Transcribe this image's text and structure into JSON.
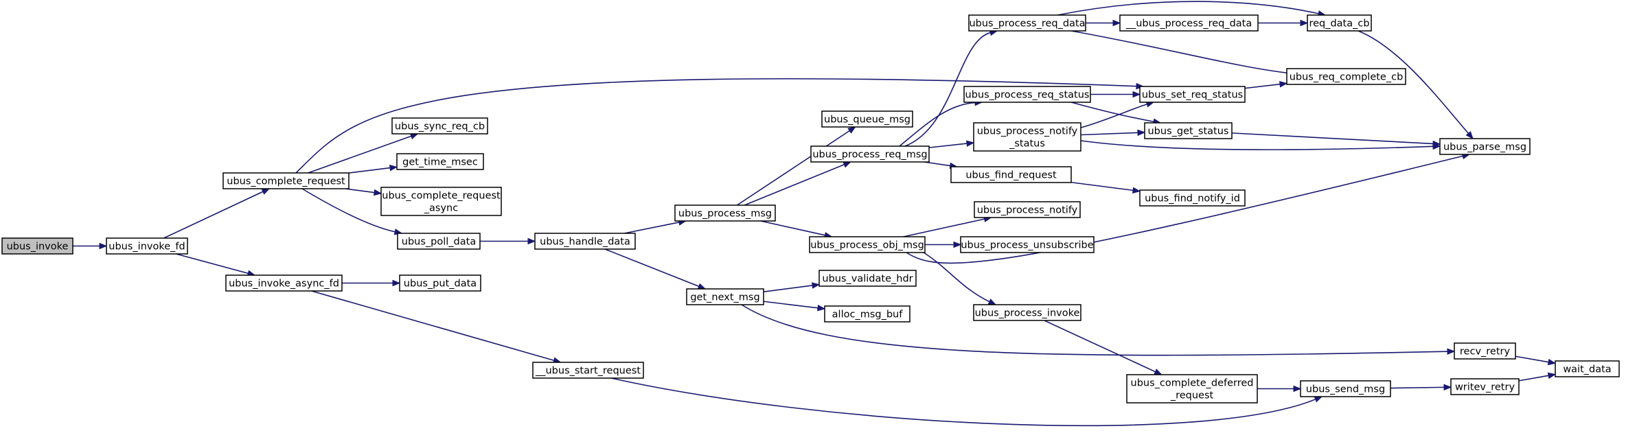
{
  "diagram": {
    "colors": {
      "edge": "#191970",
      "root_fill": "#bfbfbf",
      "node_fill": "#ffffff",
      "border": "#000000"
    },
    "nodes": {
      "n_invoke": {
        "lines": [
          "ubus_invoke"
        ],
        "root": true
      },
      "n_invoke_fd": {
        "lines": [
          "ubus_invoke_fd"
        ]
      },
      "n_complete_request": {
        "lines": [
          "ubus_complete_request"
        ]
      },
      "n_invoke_async_fd": {
        "lines": [
          "ubus_invoke_async_fd"
        ]
      },
      "n_sync_req_cb": {
        "lines": [
          "ubus_sync_req_cb"
        ]
      },
      "n_get_time_msec": {
        "lines": [
          "get_time_msec"
        ]
      },
      "n_complete_request_async": {
        "lines": [
          "ubus_complete_request",
          "_async"
        ]
      },
      "n_poll_data": {
        "lines": [
          "ubus_poll_data"
        ]
      },
      "n_put_data": {
        "lines": [
          "ubus_put_data"
        ]
      },
      "n_start_request": {
        "lines": [
          "__ubus_start_request"
        ]
      },
      "n_handle_data": {
        "lines": [
          "ubus_handle_data"
        ]
      },
      "n_process_msg": {
        "lines": [
          "ubus_process_msg"
        ]
      },
      "n_get_next_msg": {
        "lines": [
          "get_next_msg"
        ]
      },
      "n_queue_msg": {
        "lines": [
          "ubus_queue_msg"
        ]
      },
      "n_process_req_msg": {
        "lines": [
          "ubus_process_req_msg"
        ]
      },
      "n_process_obj_msg": {
        "lines": [
          "ubus_process_obj_msg"
        ]
      },
      "n_validate_hdr": {
        "lines": [
          "ubus_validate_hdr"
        ]
      },
      "n_alloc_msg_buf": {
        "lines": [
          "alloc_msg_buf"
        ]
      },
      "n_process_req_data": {
        "lines": [
          "ubus_process_req_data"
        ]
      },
      "n_process_req_status": {
        "lines": [
          "ubus_process_req_status"
        ]
      },
      "n_process_notify_status": {
        "lines": [
          "ubus_process_notify",
          "_status"
        ]
      },
      "n_find_request": {
        "lines": [
          "ubus_find_request"
        ]
      },
      "n_process_notify": {
        "lines": [
          "ubus_process_notify"
        ]
      },
      "n_process_unsubscribe": {
        "lines": [
          "ubus_process_unsubscribe"
        ]
      },
      "n_process_invoke": {
        "lines": [
          "ubus_process_invoke"
        ]
      },
      "n_complete_deferred_request": {
        "lines": [
          "ubus_complete_deferred",
          "_request"
        ]
      },
      "n_priv_process_req_data": {
        "lines": [
          "__ubus_process_req_data"
        ]
      },
      "n_req_data_cb": {
        "lines": [
          "req_data_cb"
        ]
      },
      "n_set_req_status": {
        "lines": [
          "ubus_set_req_status"
        ]
      },
      "n_get_status": {
        "lines": [
          "ubus_get_status"
        ]
      },
      "n_find_notify_id": {
        "lines": [
          "ubus_find_notify_id"
        ]
      },
      "n_send_msg": {
        "lines": [
          "ubus_send_msg"
        ]
      },
      "n_req_complete_cb": {
        "lines": [
          "ubus_req_complete_cb"
        ]
      },
      "n_parse_msg": {
        "lines": [
          "ubus_parse_msg"
        ]
      },
      "n_recv_retry": {
        "lines": [
          "recv_retry"
        ]
      },
      "n_writev_retry": {
        "lines": [
          "writev_retry"
        ]
      },
      "n_wait_data": {
        "lines": [
          "wait_data"
        ]
      }
    },
    "edges": [
      [
        "n_invoke",
        "n_invoke_fd"
      ],
      [
        "n_invoke_fd",
        "n_complete_request"
      ],
      [
        "n_invoke_fd",
        "n_invoke_async_fd"
      ],
      [
        "n_complete_request",
        "n_sync_req_cb"
      ],
      [
        "n_complete_request",
        "n_get_time_msec"
      ],
      [
        "n_complete_request",
        "n_complete_request_async"
      ],
      [
        "n_complete_request",
        "n_poll_data"
      ],
      [
        "n_complete_request",
        "n_set_req_status"
      ],
      [
        "n_invoke_async_fd",
        "n_put_data"
      ],
      [
        "n_invoke_async_fd",
        "n_start_request"
      ],
      [
        "n_poll_data",
        "n_handle_data"
      ],
      [
        "n_start_request",
        "n_send_msg"
      ],
      [
        "n_handle_data",
        "n_process_msg"
      ],
      [
        "n_handle_data",
        "n_get_next_msg"
      ],
      [
        "n_process_msg",
        "n_queue_msg"
      ],
      [
        "n_process_msg",
        "n_process_req_msg"
      ],
      [
        "n_process_msg",
        "n_process_obj_msg"
      ],
      [
        "n_get_next_msg",
        "n_validate_hdr"
      ],
      [
        "n_get_next_msg",
        "n_alloc_msg_buf"
      ],
      [
        "n_get_next_msg",
        "n_recv_retry"
      ],
      [
        "n_process_req_msg",
        "n_process_req_data"
      ],
      [
        "n_process_req_msg",
        "n_process_req_status"
      ],
      [
        "n_process_req_msg",
        "n_process_notify_status"
      ],
      [
        "n_process_req_msg",
        "n_find_request"
      ],
      [
        "n_process_obj_msg",
        "n_process_notify"
      ],
      [
        "n_process_obj_msg",
        "n_process_unsubscribe"
      ],
      [
        "n_process_obj_msg",
        "n_process_invoke"
      ],
      [
        "n_process_obj_msg",
        "n_parse_msg"
      ],
      [
        "n_process_req_data",
        "n_priv_process_req_data"
      ],
      [
        "n_process_req_data",
        "n_req_data_cb"
      ],
      [
        "n_process_req_data",
        "n_req_complete_cb"
      ],
      [
        "n_priv_process_req_data",
        "n_req_data_cb"
      ],
      [
        "n_req_data_cb",
        "n_parse_msg"
      ],
      [
        "n_process_req_status",
        "n_set_req_status"
      ],
      [
        "n_process_req_status",
        "n_get_status"
      ],
      [
        "n_process_notify_status",
        "n_set_req_status"
      ],
      [
        "n_process_notify_status",
        "n_get_status"
      ],
      [
        "n_process_notify_status",
        "n_parse_msg"
      ],
      [
        "n_set_req_status",
        "n_req_complete_cb"
      ],
      [
        "n_get_status",
        "n_parse_msg"
      ],
      [
        "n_find_request",
        "n_find_notify_id"
      ],
      [
        "n_process_invoke",
        "n_complete_deferred_request"
      ],
      [
        "n_complete_deferred_request",
        "n_send_msg"
      ],
      [
        "n_send_msg",
        "n_writev_retry"
      ],
      [
        "n_recv_retry",
        "n_wait_data"
      ],
      [
        "n_writev_retry",
        "n_wait_data"
      ]
    ]
  }
}
